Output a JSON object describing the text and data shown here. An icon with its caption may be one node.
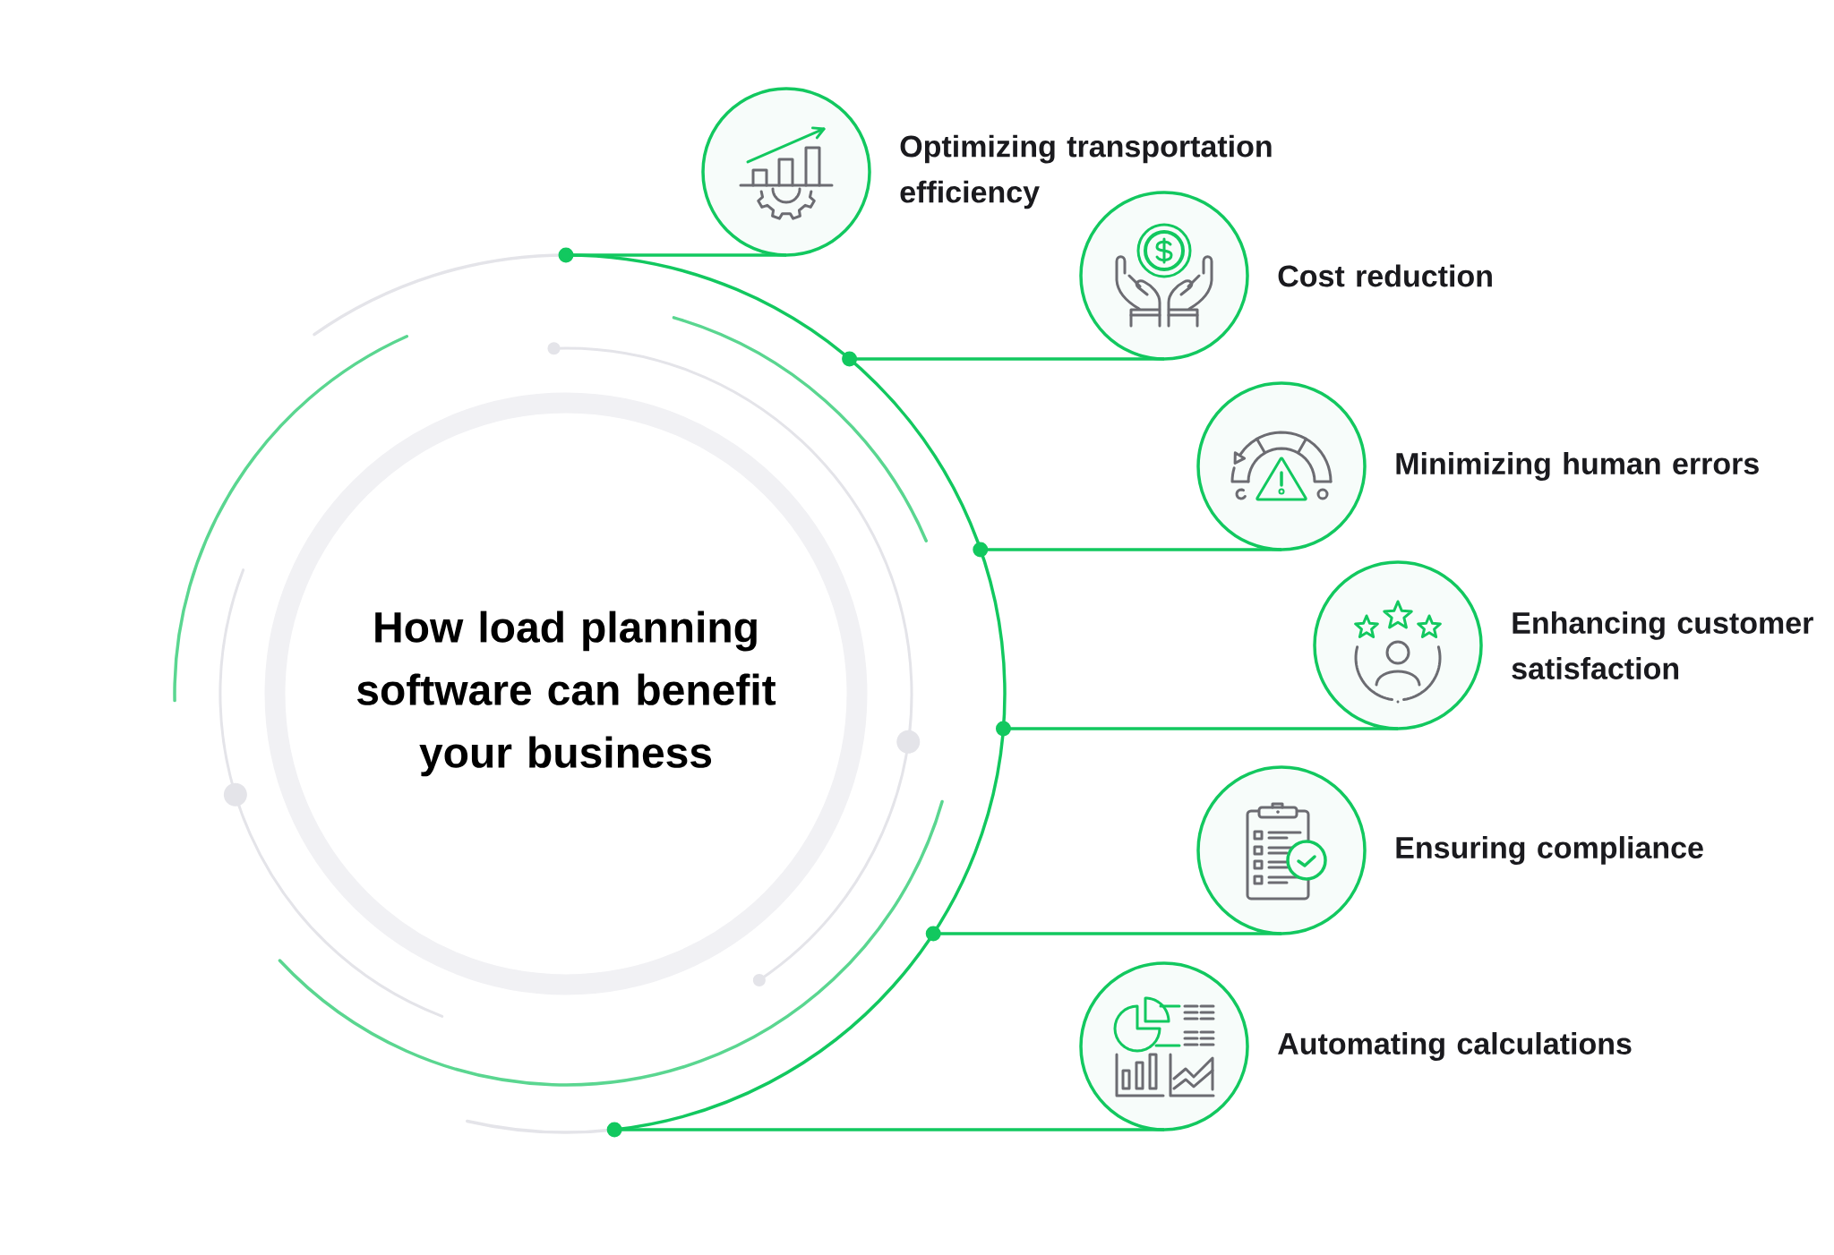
{
  "diagram": {
    "nodes": [
      {
        "text": [
          "How load planning software can benefit your business"
        ]
      },
      {
        "text": [
          "Optimizing transportation efficiency"
        ]
      },
      {
        "text": [
          "Cost reduction"
        ]
      },
      {
        "text": [
          "Minimizing human errors"
        ]
      },
      {
        "text": [
          "Enhancing customer satisfaction"
        ]
      },
      {
        "text": [
          "Ensuring compliance"
        ]
      },
      {
        "text": [
          "Automating calculations"
        ]
      },
      {
        "text": [],
        "shape": "arc"
      }
    ],
    "edges": [
      {
        "from": 7,
        "to": 1,
        "arrow": "other"
      },
      {
        "from": 7,
        "to": 2,
        "arrow": "other"
      },
      {
        "from": 7,
        "to": 3,
        "arrow": "other"
      },
      {
        "from": 7,
        "to": 4,
        "arrow": "other"
      },
      {
        "from": 7,
        "to": 5,
        "arrow": "other"
      },
      {
        "from": 7,
        "to": 6,
        "arrow": "other"
      }
    ]
  }
}
